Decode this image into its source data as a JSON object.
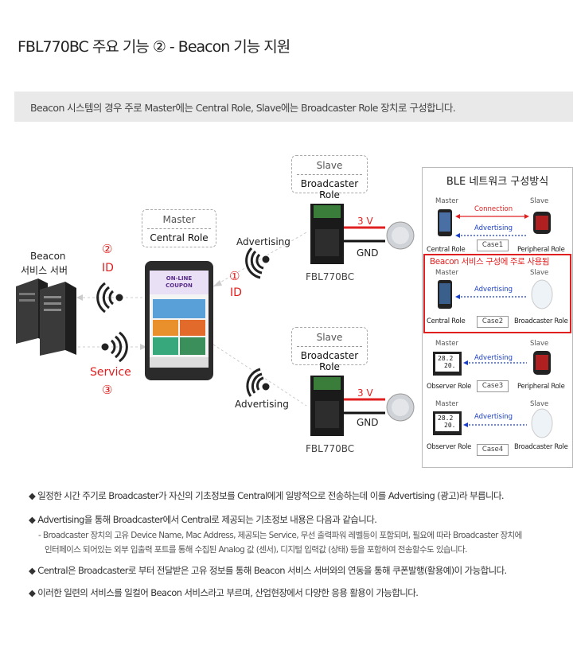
{
  "title": "FBL770BC 주요 기능 ② - Beacon 기능 지원",
  "summary": "Beacon 시스템의 경우 주로 Master에는 Central Role, Slave에는 Broadcaster Role 장치로 구성합니다.",
  "diagram": {
    "server_label_1": "Beacon",
    "server_label_2": "서비스 서버",
    "step2_num": "②",
    "step2_label": "ID",
    "step3_label": "Service",
    "step3_num": "③",
    "step1_num": "①",
    "step1_label": "ID",
    "master_box": {
      "top": "Master",
      "bottom": "Central Role"
    },
    "slave_box_top": {
      "top": "Slave",
      "bottom": "Broadcaster Role"
    },
    "slave_box_bottom": {
      "top": "Slave",
      "bottom": "Broadcaster Role"
    },
    "advertising_top": "Advertising",
    "advertising_bottom": "Advertising",
    "voltage_top": "3 V",
    "gnd_top": "GND",
    "module_top": "FBL770BC",
    "voltage_bottom": "3 V",
    "gnd_bottom": "GND",
    "module_bottom": "FBL770BC",
    "phone_screen_title_1": "ON-LINE",
    "phone_screen_title_2": "COUPON"
  },
  "ble_panel": {
    "title": "BLE 네트워크 구성방식",
    "highlight": "Beacon 서비스 구성에 주로 사용됨",
    "cases": [
      {
        "left_top": "Master",
        "right_top": "Slave",
        "arrow_label": "Connection",
        "arrow2_label": "Advertising",
        "left_role": "Central Role",
        "right_role": "Peripheral Role",
        "case": "Case1"
      },
      {
        "left_top": "Master",
        "right_top": "Slave",
        "arrow_label": "Advertising",
        "left_role": "Central Role",
        "right_role": "Broadcaster Role",
        "case": "Case2"
      },
      {
        "left_top": "Master",
        "right_top": "Slave",
        "arrow_label": "Advertising",
        "left_role": "Observer Role",
        "right_role": "Peripheral Role",
        "case": "Case3"
      },
      {
        "left_top": "Master",
        "right_top": "Slave",
        "arrow_label": "Advertising",
        "left_role": "Observer Role",
        "right_role": "Broadcaster Role",
        "case": "Case4"
      }
    ],
    "thermo_text_1": "28.2",
    "thermo_text_2": "20."
  },
  "bullets": [
    "◆ 일정한 시간 주기로 Broadcaster가 자신의 기초정보를 Central에게 일방적으로 전송하는데 이를 Advertising (광고)라 부릅니다.",
    "◆ Advertising을 통해 Broadcaster에서 Central로 제공되는 기초정보 내용은 다음과 같습니다.",
    "- Broadcaster 장치의 고유 Device Name, Mac Address, 제공되는 Service, 무선 출력파워 레벨등이 포함되며, 필요에 따라 Broadcaster 장치에",
    "인터페이스 되어있는 외부 입출력 포트를 통해 수집된 Analog 값 (센서), 디지털 입력값 (상태) 등을 포함하여 전송할수도 있습니다.",
    "◆ Central은 Broadcaster로 부터 전달받은 고유 정보를 통해 Beacon 서비스 서버와의 연동을 통해 쿠폰발행(활용예)이 가능합니다.",
    "◆ 이러한 일련의 서비스를 일컬어 Beacon 서비스라고 부르며, 산업현장에서 다양한 응용 활용이 가능합니다."
  ],
  "colors": {
    "accent_red": "#e02020",
    "accent_blue": "#1a3fc7",
    "summary_bg": "#e9e9e9"
  }
}
